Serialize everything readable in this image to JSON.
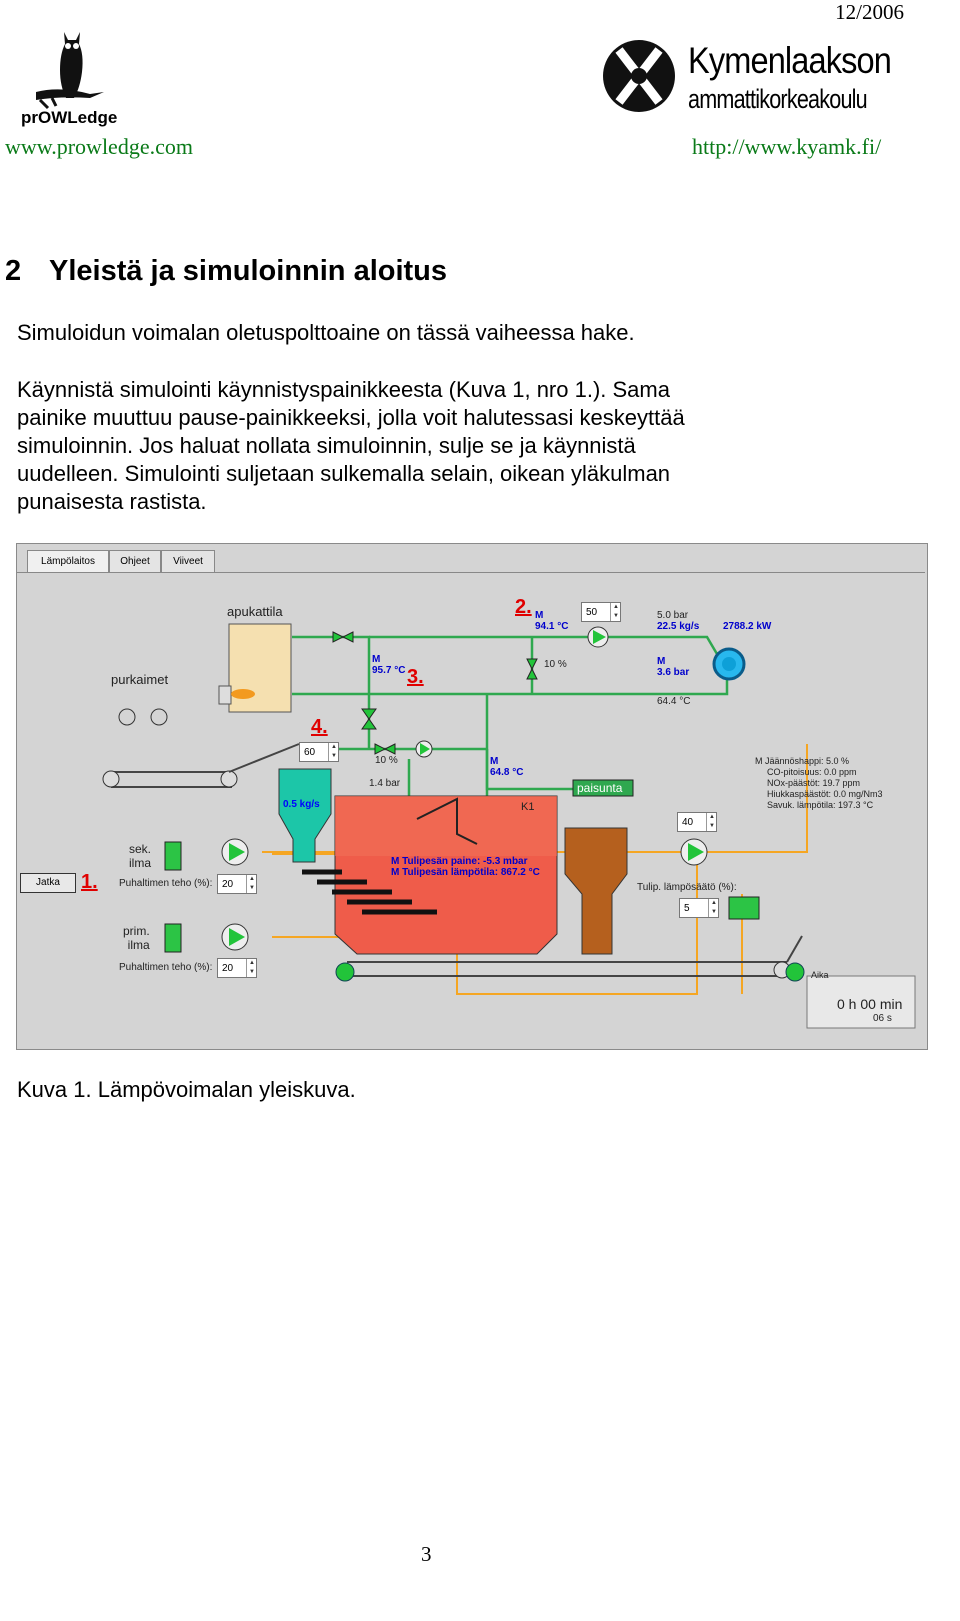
{
  "header": {
    "date": "12/2006",
    "left_logo_text": "prOWLedge",
    "left_url": "www.prowledge.com",
    "right_logo_line1": "Kymenlaakson",
    "right_logo_line2": "ammattikorkeakoulu",
    "right_url": "http://www.kyamk.fi/"
  },
  "section": {
    "number": "2",
    "title": "Yleistä ja simuloinnin aloitus"
  },
  "paragraphs": [
    "Simuloidun voimalan oletuspolttoaine on tässä vaiheessa hake.",
    "Käynnistä simulointi käynnistyspainikkeesta (Kuva 1, nro 1.). Sama",
    "painike muuttuu pause-painikkeeksi, jolla voit halutessasi keskeyttää",
    "simuloinnin. Jos haluat nollata simuloinnin, sulje se ja käynnistä",
    "uudelleen. Simulointi suljetaan sulkemalla selain, oikean yläkulman",
    "punaisesta rastista."
  ],
  "simulator": {
    "tabs": [
      "Lämpölaitos",
      "Ohjeet",
      "Viiveet"
    ],
    "labels": {
      "apukattila": "apukattila",
      "purkaimet": "purkaimet",
      "paisunta": "paisunta",
      "k1": "K1",
      "sek_ilma": "sek.\nilma",
      "prim_ilma": "prim.\nilma",
      "puhallin1": "Puhaltimen teho (%):",
      "puhallin2": "Puhaltimen teho (%):",
      "tulip": "Tulip. lämpösäätö (%):",
      "aika": "Aika",
      "jatka": "Jatka"
    },
    "markers": [
      "1.",
      "2.",
      "3.",
      "4."
    ],
    "readouts": {
      "m941": "M\n94.1 °C",
      "m957": "M\n95.7 °C",
      "m648": "M\n64.8 °C",
      "m36": "M\n3.6 bar",
      "bar50": "5.0 bar",
      "flow": "22.5 kg/s",
      "kw": "2788.2 kW",
      "t644": "64.4 °C",
      "p14": "1.4 bar",
      "v10a": "10 %",
      "v10b": "10 %",
      "kgs": "0.5 kg/s",
      "tulipaine": "M Tulipesän paine: -5.3 mbar",
      "tulilampo": "M Tulipesän lämpötila: 867.2 °C",
      "jaannos": "M Jäännöshappi: 5.0 %",
      "co": "CO-pitoisuus: 0.0 ppm",
      "nox": "NOx-päästöt: 19.7 ppm",
      "hiukkas": "Hiukkaspäästöt: 0.0 mg/Nm3",
      "savuk": "Savuk. lämpötila: 197.3 °C"
    },
    "spinners": {
      "s50": "50",
      "s60": "60",
      "s40": "40",
      "s20a": "20",
      "s20b": "20",
      "s5": "5"
    },
    "clock": {
      "time": "0 h 00 min",
      "sec": "06 s"
    },
    "colors": {
      "pipe_green": "#2fa84f",
      "pipe_orange": "#f5a623",
      "boiler": "#e8494a",
      "tank": "#f5e0b0"
    }
  },
  "caption": "Kuva 1. Lämpövoimalan yleiskuva.",
  "page_number": "3"
}
